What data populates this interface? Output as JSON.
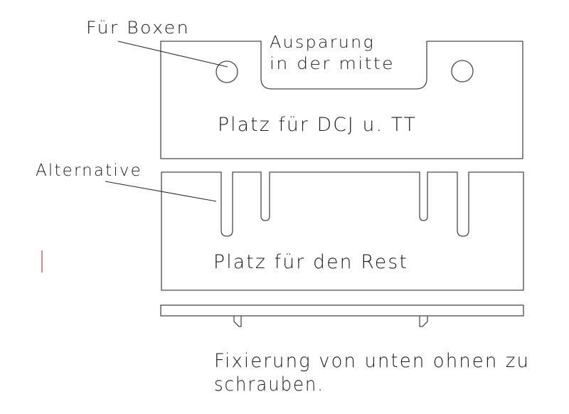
{
  "drawing": {
    "colors": {
      "background": "#ffffff",
      "line": "#4a4a4a",
      "text": "#1c1c1c",
      "cursor": "#d0304a"
    },
    "labels": {
      "fuer_boxen": "Für Boxen",
      "ausparung_line1": "Ausparung",
      "ausparung_line2": "in der mitte",
      "platz_dcj": "Platz für DCJ u. TT",
      "alternative": "Alternative",
      "platz_rest": "Platz für den Rest",
      "fixierung_line1": "Fixierung von unten ohnen zu",
      "fixierung_line2": "schrauben."
    },
    "parts": [
      {
        "id": "top-panel",
        "description": "Upper board with central rounded cutout and two holes"
      },
      {
        "id": "bottom-panel",
        "description": "Lower board with four slots"
      },
      {
        "id": "base-rail",
        "description": "Side view rail with two pegs"
      }
    ]
  }
}
